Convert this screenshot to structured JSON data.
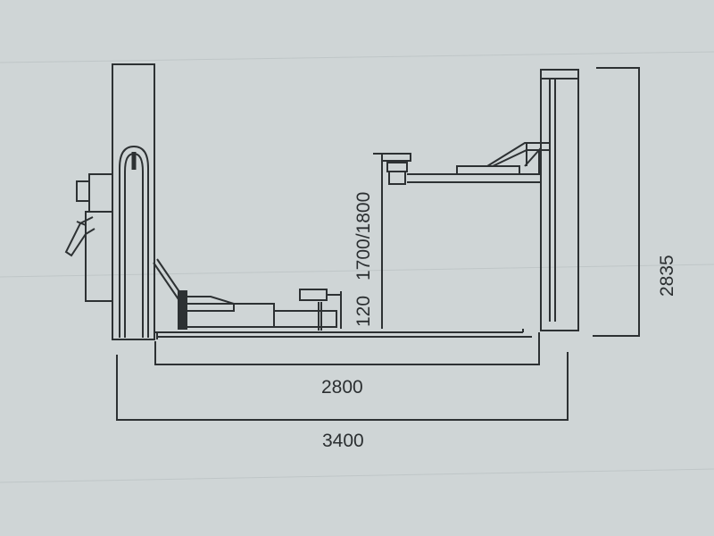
{
  "drawing": {
    "dimensions": {
      "inner_width": "2800",
      "overall_width": "3400",
      "overall_height": "2835",
      "lift_height": "1700/1800",
      "pad_height": "120"
    },
    "colors": {
      "paper": "#cfd5d6",
      "ink": "#2d3133",
      "ruling": "#b9c0c2"
    }
  }
}
